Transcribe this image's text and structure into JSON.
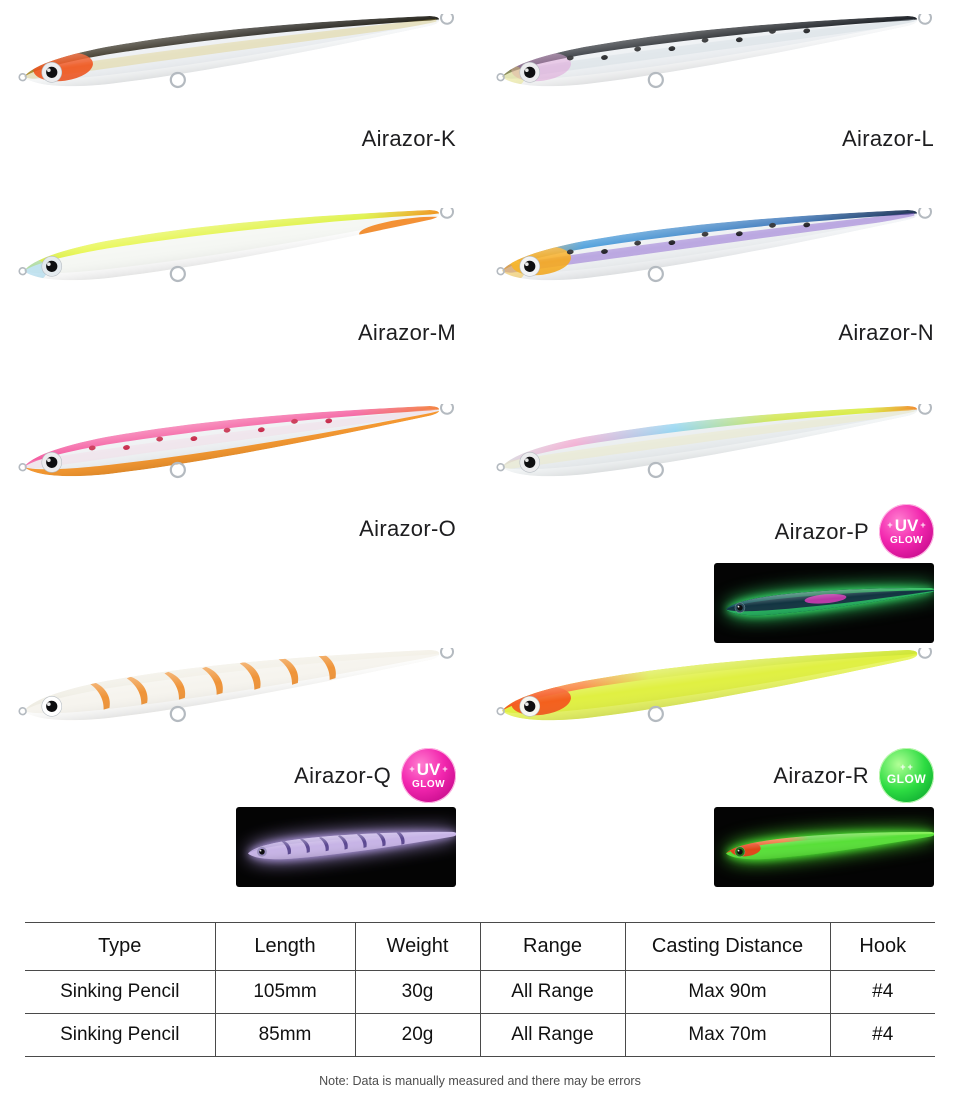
{
  "note": "Note: Data is manually measured and there may be errors",
  "badges": {
    "uv": {
      "top": "UV",
      "bottom": "GLOW",
      "plus": "+",
      "color": "#e816a8"
    },
    "glow": {
      "bottom": "GLOW",
      "plus": "+",
      "color": "#1ed43c"
    }
  },
  "products": [
    {
      "label": "Airazor-K",
      "badge": null,
      "glow": null,
      "colors": {
        "body": "#eceff2",
        "eyeRing": "#ececee",
        "backStops": [
          [
            0,
            "#a8842a"
          ],
          [
            0.16,
            "#2a2414"
          ],
          [
            0.6,
            "#17150f"
          ],
          [
            1,
            "#24221a"
          ]
        ],
        "midBand": {
          "color": "#d8c050",
          "opacity": 0.3
        },
        "head": {
          "color": "#f04a12",
          "opacity": 0.85
        },
        "belly": {
          "color": "#f8fafb",
          "opacity": 0.9
        }
      }
    },
    {
      "label": "Airazor-L",
      "badge": null,
      "glow": null,
      "colors": {
        "body": "#edf0f3",
        "eyeRing": "#ececee",
        "backStops": [
          [
            0,
            "#2b3038"
          ],
          [
            0.5,
            "#15181c"
          ],
          [
            1,
            "#1a1e24"
          ]
        ],
        "midBand": {
          "color": "#c8d4dc",
          "opacity": 0.3
        },
        "head": {
          "color": "#e09ad8",
          "opacity": 0.5
        },
        "noseTint": {
          "color": "#e8e04a",
          "opacity": 0.35
        },
        "spots": {
          "color": "#17181a"
        },
        "belly": {
          "color": "#f8fafb",
          "opacity": 0.9
        }
      }
    },
    {
      "label": "Airazor-M",
      "badge": null,
      "glow": null,
      "colors": {
        "body": "#f5f7f3",
        "eyeRing": "#e4eaee",
        "backStops": [
          [
            0,
            "#cfe63a"
          ],
          [
            0.15,
            "#e6f63e"
          ],
          [
            0.82,
            "#dcf13a"
          ],
          [
            1,
            "#f0931e"
          ]
        ],
        "noseTint": {
          "color": "#9ed6ec",
          "opacity": 0.6
        },
        "tailPatch": {
          "color": "#f4841c",
          "opacity": 0.9
        },
        "belly": {
          "color": "#ffffff",
          "opacity": 0.85
        }
      }
    },
    {
      "label": "Airazor-N",
      "badge": null,
      "glow": null,
      "colors": {
        "body": "#edf0f2",
        "eyeRing": "#f2f3f4",
        "backStops": [
          [
            0,
            "#f5a516"
          ],
          [
            0.2,
            "#2f8fd6"
          ],
          [
            0.7,
            "#2e6cb4"
          ],
          [
            1,
            "#1c3050"
          ]
        ],
        "midBand": {
          "color": "#8a5fd0",
          "opacity": 0.5
        },
        "head": {
          "color": "#f7a818",
          "opacity": 0.88
        },
        "noseTint": {
          "color": "#f8c030",
          "opacity": 0.5
        },
        "spots": {
          "color": "#101012"
        },
        "belly": {
          "color": "#f6f8fa",
          "opacity": 0.85
        }
      }
    },
    {
      "label": "Airazor-O",
      "badge": null,
      "glow": null,
      "colors": {
        "body": "#eef1f3",
        "eyeRing": "#ececee",
        "backStops": [
          [
            0,
            "#f4549c"
          ],
          [
            0.8,
            "#f45c9e"
          ],
          [
            1,
            "#f4813a"
          ]
        ],
        "midBand": {
          "color": "#f8c8da",
          "opacity": 0.25
        },
        "spots": {
          "color": "#c2173a"
        },
        "belly": {
          "color": "#f59122",
          "opacity": 0.95
        }
      }
    },
    {
      "label": "Airazor-P",
      "badge": "uv",
      "colors": {
        "body": "#e9edef",
        "eyeRing": "#ececee",
        "backStops": [
          [
            0,
            "#d9dee2"
          ],
          [
            0.18,
            "#f0a2cc"
          ],
          [
            0.42,
            "#7fcdee"
          ],
          [
            0.66,
            "#cde43e"
          ],
          [
            0.88,
            "#d9ec3a"
          ],
          [
            1,
            "#f28a2a"
          ]
        ],
        "midBand": {
          "color": "#f0e8a8",
          "opacity": 0.3
        },
        "belly": {
          "color": "#f6f8f9",
          "opacity": 0.85
        }
      },
      "glow": {
        "glowColor": "#35e06a",
        "body": "#123441",
        "eyeRing": "#2b4d5c",
        "backStops": [
          [
            0,
            "#155064"
          ],
          [
            0.5,
            "#1d7a50"
          ],
          [
            1,
            "#2fc85e"
          ]
        ],
        "belly": {
          "color": "#2bd968",
          "opacity": 0.75
        },
        "midSpot": {
          "color": "#d83ab8",
          "opacity": 0.85
        }
      }
    },
    {
      "label": "Airazor-Q",
      "badge": "uv",
      "colors": {
        "body": "#f6f4ee",
        "eyeRing": "#ffffff",
        "backStops": [
          [
            0,
            "#eeece2"
          ],
          [
            1,
            "#f4f1e8"
          ]
        ],
        "stripes": {
          "color": "#ee8e2e"
        },
        "belly": {
          "color": "#ffffff",
          "opacity": 0.8
        }
      },
      "glow": {
        "glowColor": "#b09ae0",
        "body": "#c7b4e6",
        "eyeRing": "#9a8cc0",
        "backStops": [
          [
            0,
            "#b3a0d8"
          ],
          [
            1,
            "#cbb9ea"
          ]
        ],
        "stripes": {
          "color": "#55428c"
        }
      }
    },
    {
      "label": "Airazor-R",
      "badge": "glow",
      "colors": {
        "body": "#e0f042",
        "eyeRing": "#f6f6f0",
        "backStops": [
          [
            0,
            "#f4581c"
          ],
          [
            0.2,
            "#f87a2a"
          ],
          [
            0.36,
            "#d9ea38"
          ],
          [
            1,
            "#cfe636"
          ]
        ],
        "head": {
          "color": "#f4541a",
          "opacity": 0.92
        },
        "belly": {
          "color": "#ebf86e",
          "opacity": 0.8
        }
      },
      "glow": {
        "glowColor": "#4ee832",
        "body": "#58df38",
        "eyeRing": "#1f7a16",
        "backStops": [
          [
            0,
            "#e83c16"
          ],
          [
            0.28,
            "#f06a28"
          ],
          [
            0.4,
            "#4ed02e"
          ],
          [
            1,
            "#82f052"
          ]
        ],
        "head": {
          "color": "#e83c16",
          "opacity": 0.95
        }
      }
    }
  ],
  "table": {
    "columns": [
      "Type",
      "Length",
      "Weight",
      "Range",
      "Casting Distance",
      "Hook"
    ],
    "rows": [
      [
        "Sinking Pencil",
        "105mm",
        "30g",
        "All Range",
        "Max 90m",
        "#4"
      ],
      [
        "Sinking Pencil",
        "85mm",
        "20g",
        "All Range",
        "Max 70m",
        "#4"
      ]
    ]
  }
}
